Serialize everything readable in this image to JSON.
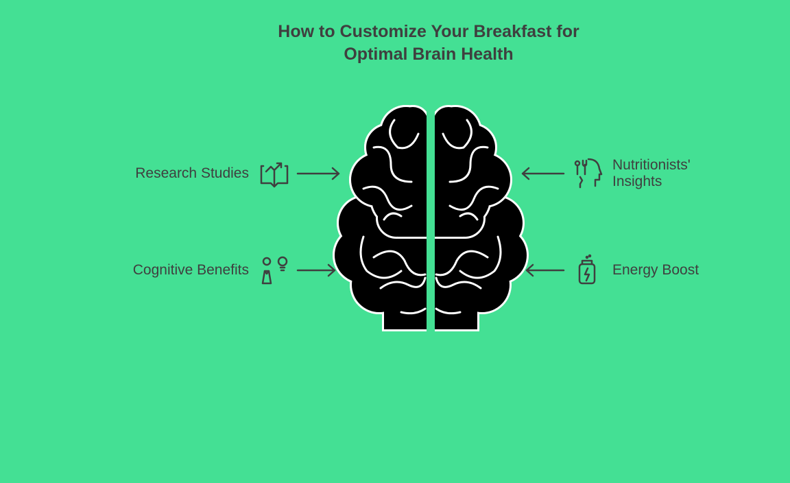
{
  "title": {
    "line1": "How to Customize Your Breakfast for",
    "line2": "Optimal Brain Health"
  },
  "items": [
    {
      "label": "Research Studies",
      "icon": "book-chart-icon",
      "color": "#1fa8d8"
    },
    {
      "label": "Cognitive Benefits",
      "icon": "person-lightbulb-icon",
      "color": "#8fbd38"
    },
    {
      "label": "Nutritionists'",
      "label2": "Insights",
      "icon": "head-utensils-icon",
      "color": "#3cc583"
    },
    {
      "label": "Energy Boost",
      "icon": "energy-drink-icon",
      "color": "#dfcd1a"
    }
  ]
}
